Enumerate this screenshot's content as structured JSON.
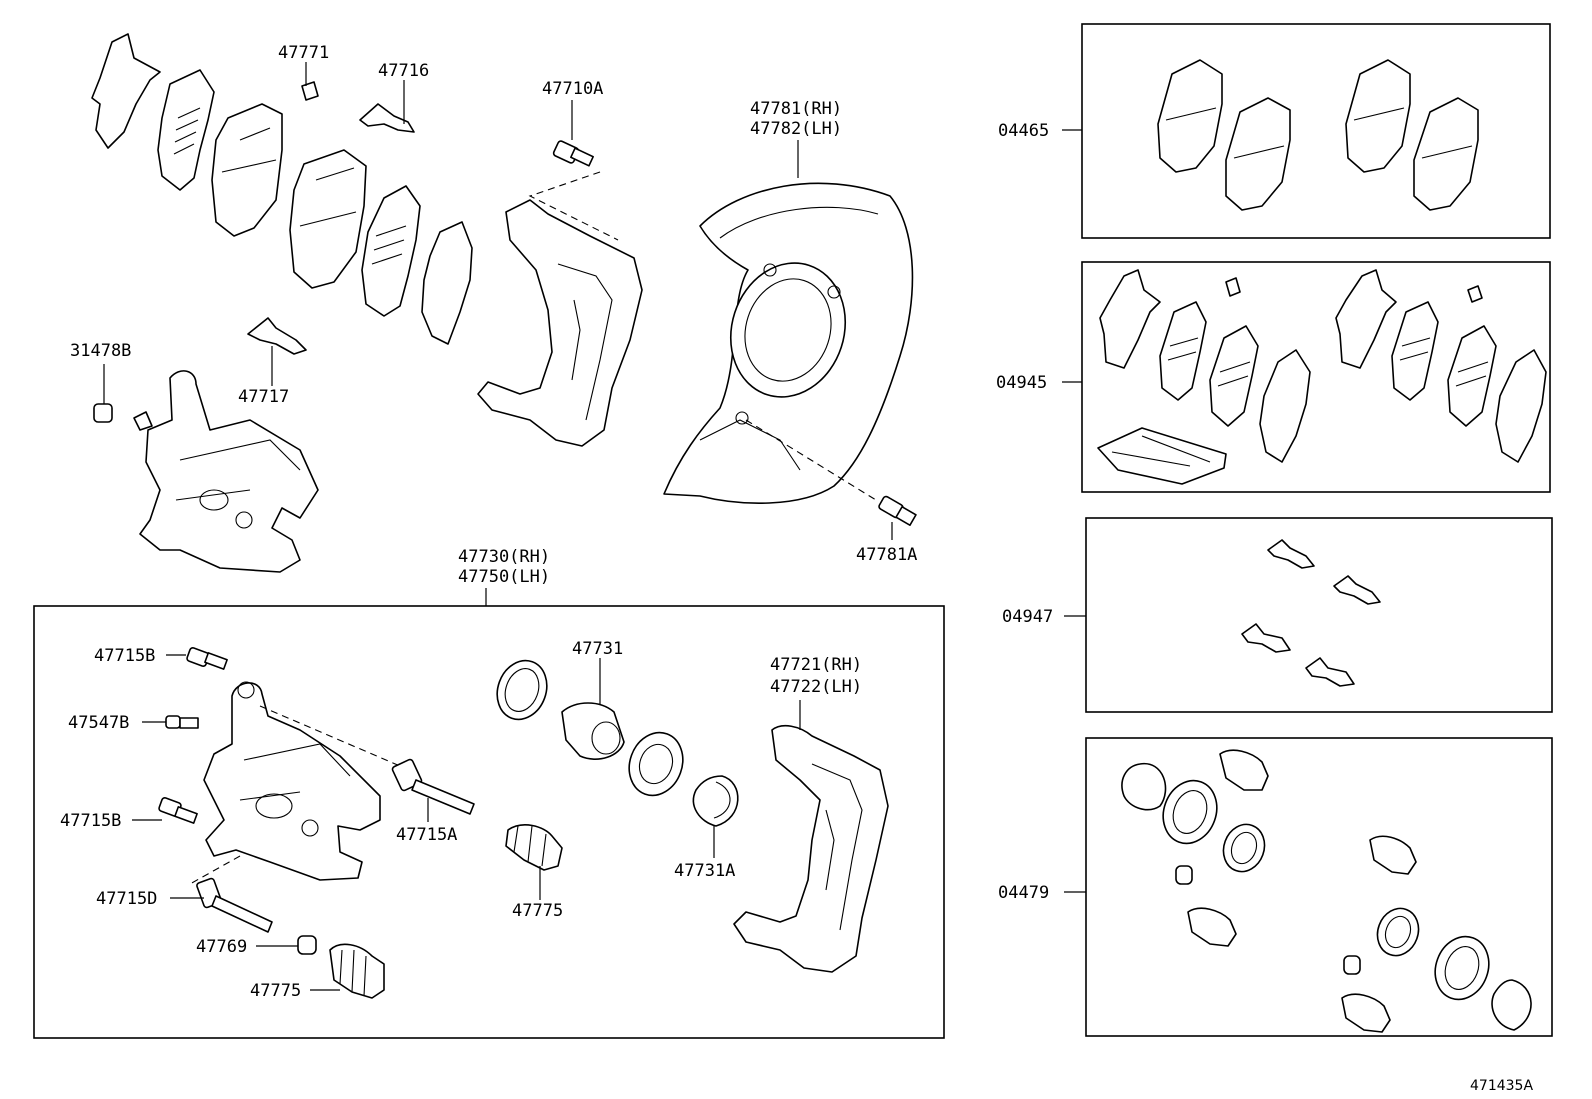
{
  "callouts": {
    "p47771": "47771",
    "p47716": "47716",
    "p47710A": "47710A",
    "p47781": "47781(RH)",
    "p47782": "47782(LH)",
    "p31478B": "31478B",
    "p47717": "47717",
    "p47781A": "47781A",
    "p47730": "47730(RH)",
    "p47750": "47750(LH)",
    "p47715B_top": "47715B",
    "p47547B": "47547B",
    "p47715B_mid": "47715B",
    "p47715D": "47715D",
    "p47769": "47769",
    "p47775_left": "47775",
    "p47715A": "47715A",
    "p47731": "47731",
    "p47775_mid": "47775",
    "p47731A": "47731A",
    "p47721": "47721(RH)",
    "p47722": "47722(LH)"
  },
  "kits": [
    {
      "number": "04465"
    },
    {
      "number": "04945"
    },
    {
      "number": "04947"
    },
    {
      "number": "04479"
    }
  ],
  "figure_id": "471435A"
}
